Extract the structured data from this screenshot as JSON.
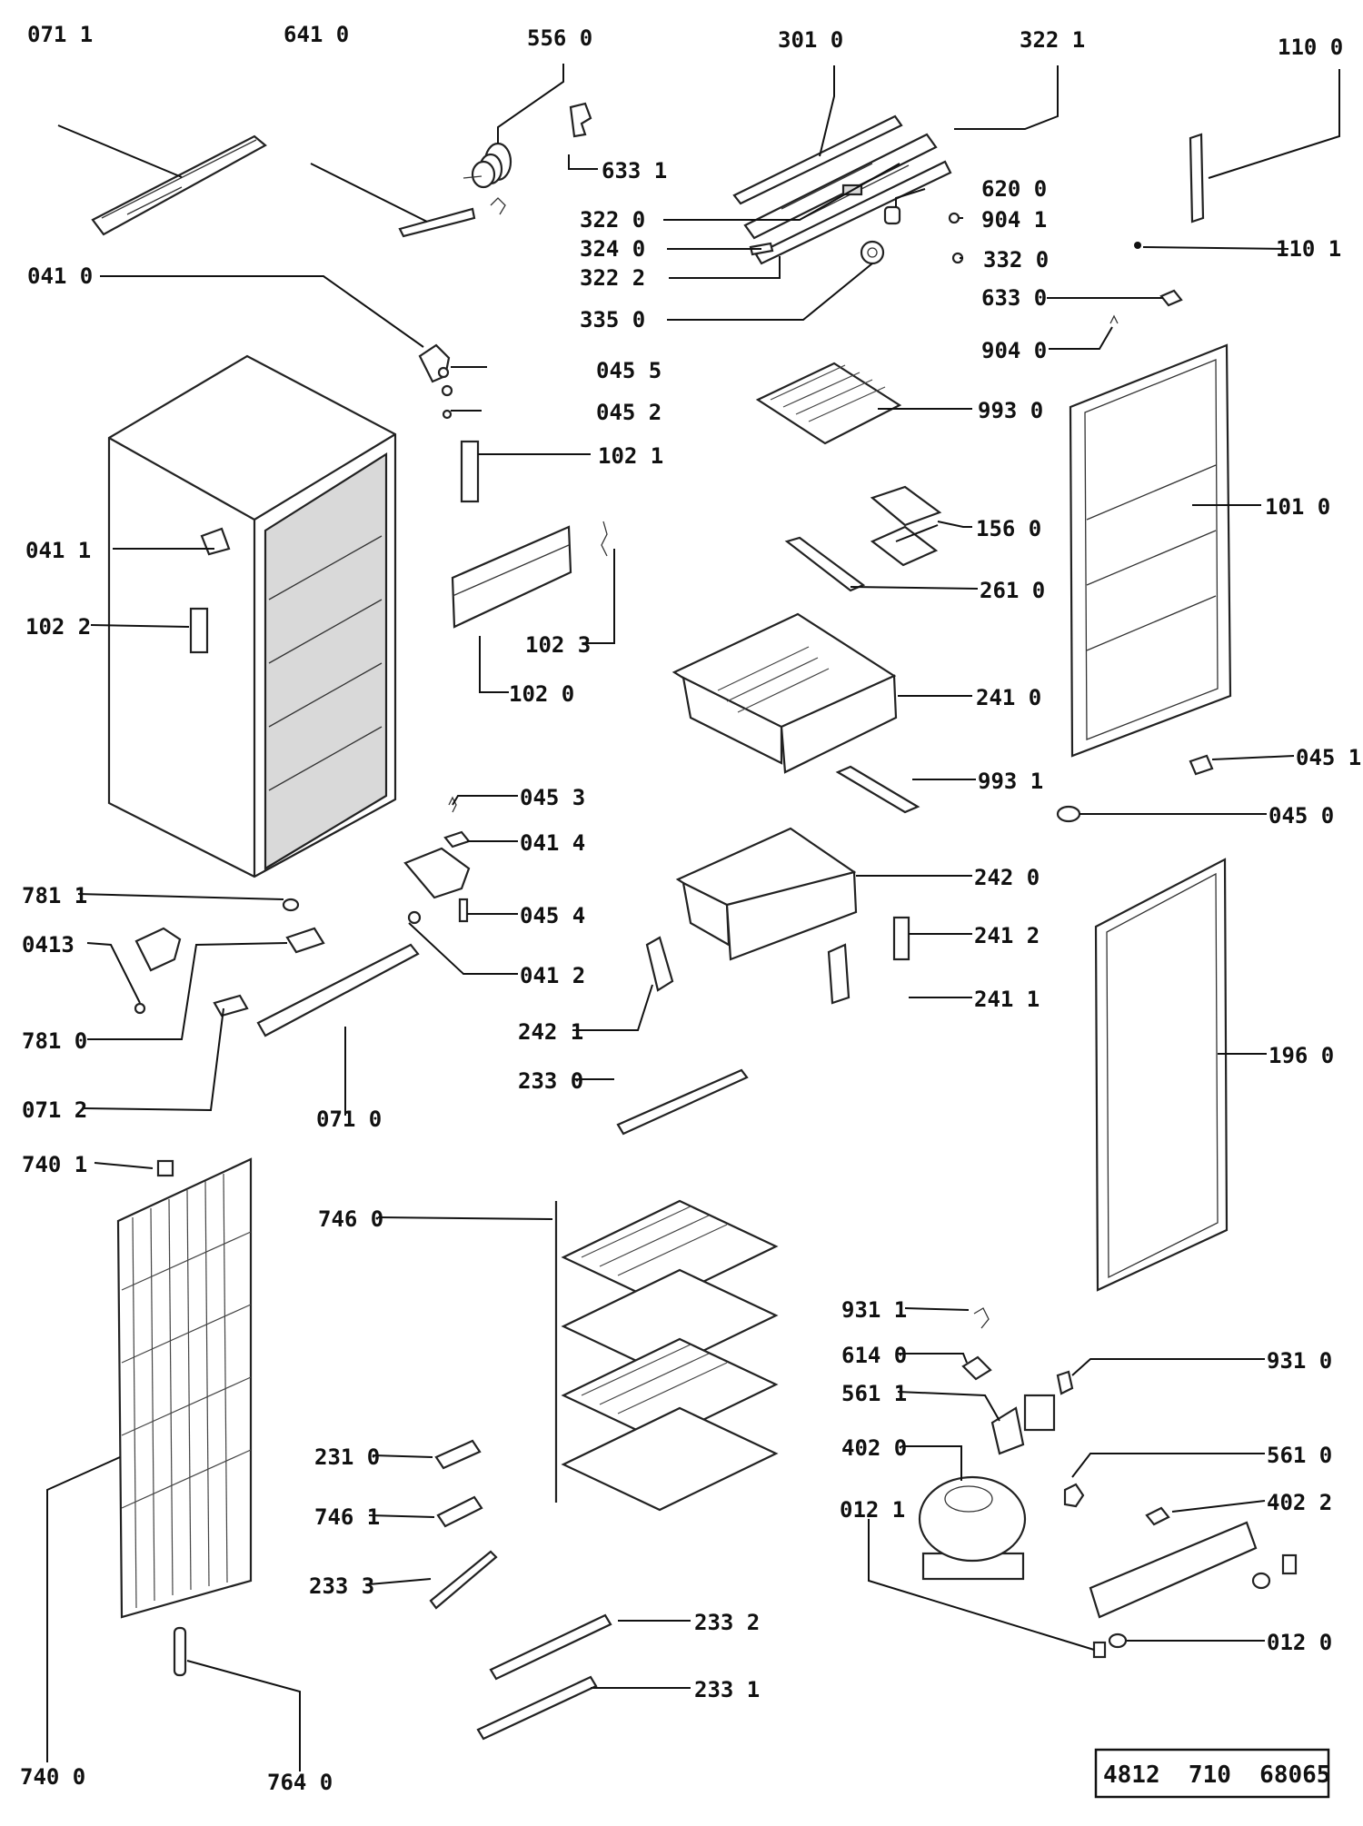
{
  "parts": [
    {
      "id": "p0711",
      "code": "071 1"
    },
    {
      "id": "p6410",
      "code": "641 0"
    },
    {
      "id": "p5560",
      "code": "556 0"
    },
    {
      "id": "p3010",
      "code": "301 0"
    },
    {
      "id": "p3221",
      "code": "322 1"
    },
    {
      "id": "p1100",
      "code": "110 0"
    },
    {
      "id": "p6331",
      "code": "633 1"
    },
    {
      "id": "p3220",
      "code": "322 0"
    },
    {
      "id": "p6200",
      "code": "620 0"
    },
    {
      "id": "p9041",
      "code": "904 1"
    },
    {
      "id": "p3240",
      "code": "324 0"
    },
    {
      "id": "p1101",
      "code": "110 1"
    },
    {
      "id": "p3222",
      "code": "322 2"
    },
    {
      "id": "p3320",
      "code": "332 0"
    },
    {
      "id": "p0410",
      "code": "041 0"
    },
    {
      "id": "p6330",
      "code": "633 0"
    },
    {
      "id": "p3350",
      "code": "335 0"
    },
    {
      "id": "p9040",
      "code": "904 0"
    },
    {
      "id": "p0455",
      "code": "045 5"
    },
    {
      "id": "p0452",
      "code": "045 2"
    },
    {
      "id": "p9930",
      "code": "993 0"
    },
    {
      "id": "p1021",
      "code": "102 1"
    },
    {
      "id": "p1010",
      "code": "101 0"
    },
    {
      "id": "p0411",
      "code": "041 1"
    },
    {
      "id": "p1560",
      "code": "156 0"
    },
    {
      "id": "p1022",
      "code": "102 2"
    },
    {
      "id": "p2610",
      "code": "261 0"
    },
    {
      "id": "p1023",
      "code": "102 3"
    },
    {
      "id": "p1020",
      "code": "102 0"
    },
    {
      "id": "p2410",
      "code": "241 0"
    },
    {
      "id": "p0451",
      "code": "045 1"
    },
    {
      "id": "p9931",
      "code": "993 1"
    },
    {
      "id": "p0453",
      "code": "045 3"
    },
    {
      "id": "p0450",
      "code": "045 0"
    },
    {
      "id": "p0414",
      "code": "041 4"
    },
    {
      "id": "p2420",
      "code": "242 0"
    },
    {
      "id": "p7811",
      "code": "781 1"
    },
    {
      "id": "p0454",
      "code": "045 4"
    },
    {
      "id": "p2412",
      "code": "241 2"
    },
    {
      "id": "p0413",
      "code": "0413"
    },
    {
      "id": "p0412",
      "code": "041 2"
    },
    {
      "id": "p2411",
      "code": "241 1"
    },
    {
      "id": "p7810",
      "code": "781 0"
    },
    {
      "id": "p2421",
      "code": "242 1"
    },
    {
      "id": "p1960",
      "code": "196 0"
    },
    {
      "id": "p2330",
      "code": "233 0"
    },
    {
      "id": "p0712",
      "code": "071 2"
    },
    {
      "id": "p0710",
      "code": "071 0"
    },
    {
      "id": "p7401",
      "code": "740 1"
    },
    {
      "id": "p7460",
      "code": "746 0"
    },
    {
      "id": "p9311",
      "code": "931 1"
    },
    {
      "id": "p6140",
      "code": "614 0"
    },
    {
      "id": "p9310",
      "code": "931 0"
    },
    {
      "id": "p5611",
      "code": "561 1"
    },
    {
      "id": "p2310",
      "code": "231 0"
    },
    {
      "id": "p4020",
      "code": "402 0"
    },
    {
      "id": "p5610",
      "code": "561 0"
    },
    {
      "id": "p4022",
      "code": "402 2"
    },
    {
      "id": "p7461",
      "code": "746 1"
    },
    {
      "id": "p0121",
      "code": "012 1"
    },
    {
      "id": "p2333",
      "code": "233 3"
    },
    {
      "id": "p2332",
      "code": "233 2"
    },
    {
      "id": "p0120",
      "code": "012 0"
    },
    {
      "id": "p2331",
      "code": "233 1"
    },
    {
      "id": "p7400",
      "code": "740 0"
    },
    {
      "id": "p7640",
      "code": "764 0"
    }
  ],
  "document_number": "4812  710  68065"
}
